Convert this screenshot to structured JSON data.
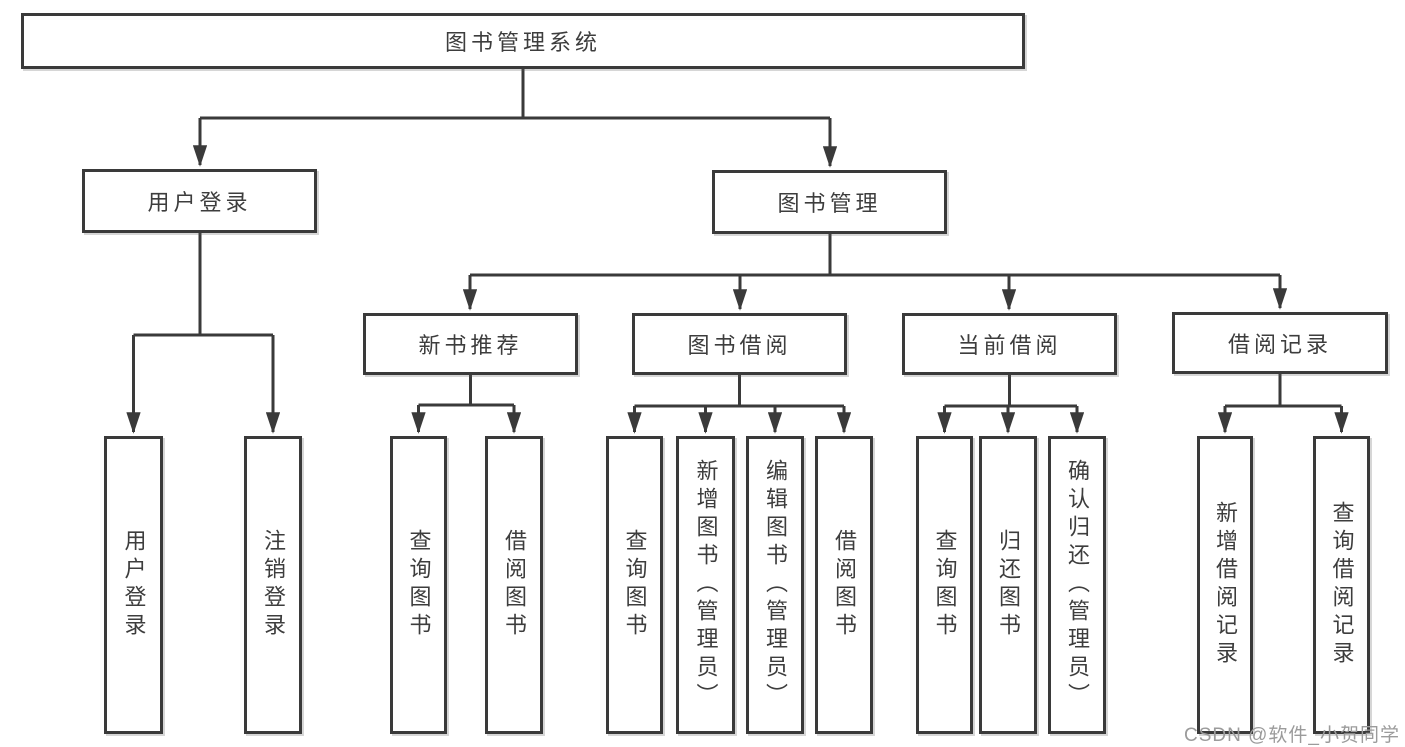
{
  "diagram": {
    "tree": {
      "label": "图书管理系统",
      "children": [
        {
          "label": "用户登录",
          "children": [
            {
              "label": "用户登录"
            },
            {
              "label": "注销登录"
            }
          ]
        },
        {
          "label": "图书管理",
          "children": [
            {
              "label": "新书推荐",
              "children": [
                {
                  "label": "查询图书"
                },
                {
                  "label": "借阅图书"
                }
              ]
            },
            {
              "label": "图书借阅",
              "children": [
                {
                  "label": "查询图书"
                },
                {
                  "label": "新增图书（管理员）"
                },
                {
                  "label": "编辑图书（管理员）"
                },
                {
                  "label": "借阅图书"
                }
              ]
            },
            {
              "label": "当前借阅",
              "children": [
                {
                  "label": "查询图书"
                },
                {
                  "label": "归还图书"
                },
                {
                  "label": "确认归还（管理员）"
                }
              ]
            },
            {
              "label": "借阅记录",
              "children": [
                {
                  "label": "新增借阅记录"
                },
                {
                  "label": "查询借阅记录"
                }
              ]
            }
          ]
        }
      ]
    },
    "colors": {
      "line": "#3a3a3a",
      "text": "#3d3d3d",
      "box_background": "#ffffff",
      "watermark": "#9b9b9b"
    }
  },
  "watermark": {
    "text": "CSDN @软件_小贺同学"
  }
}
